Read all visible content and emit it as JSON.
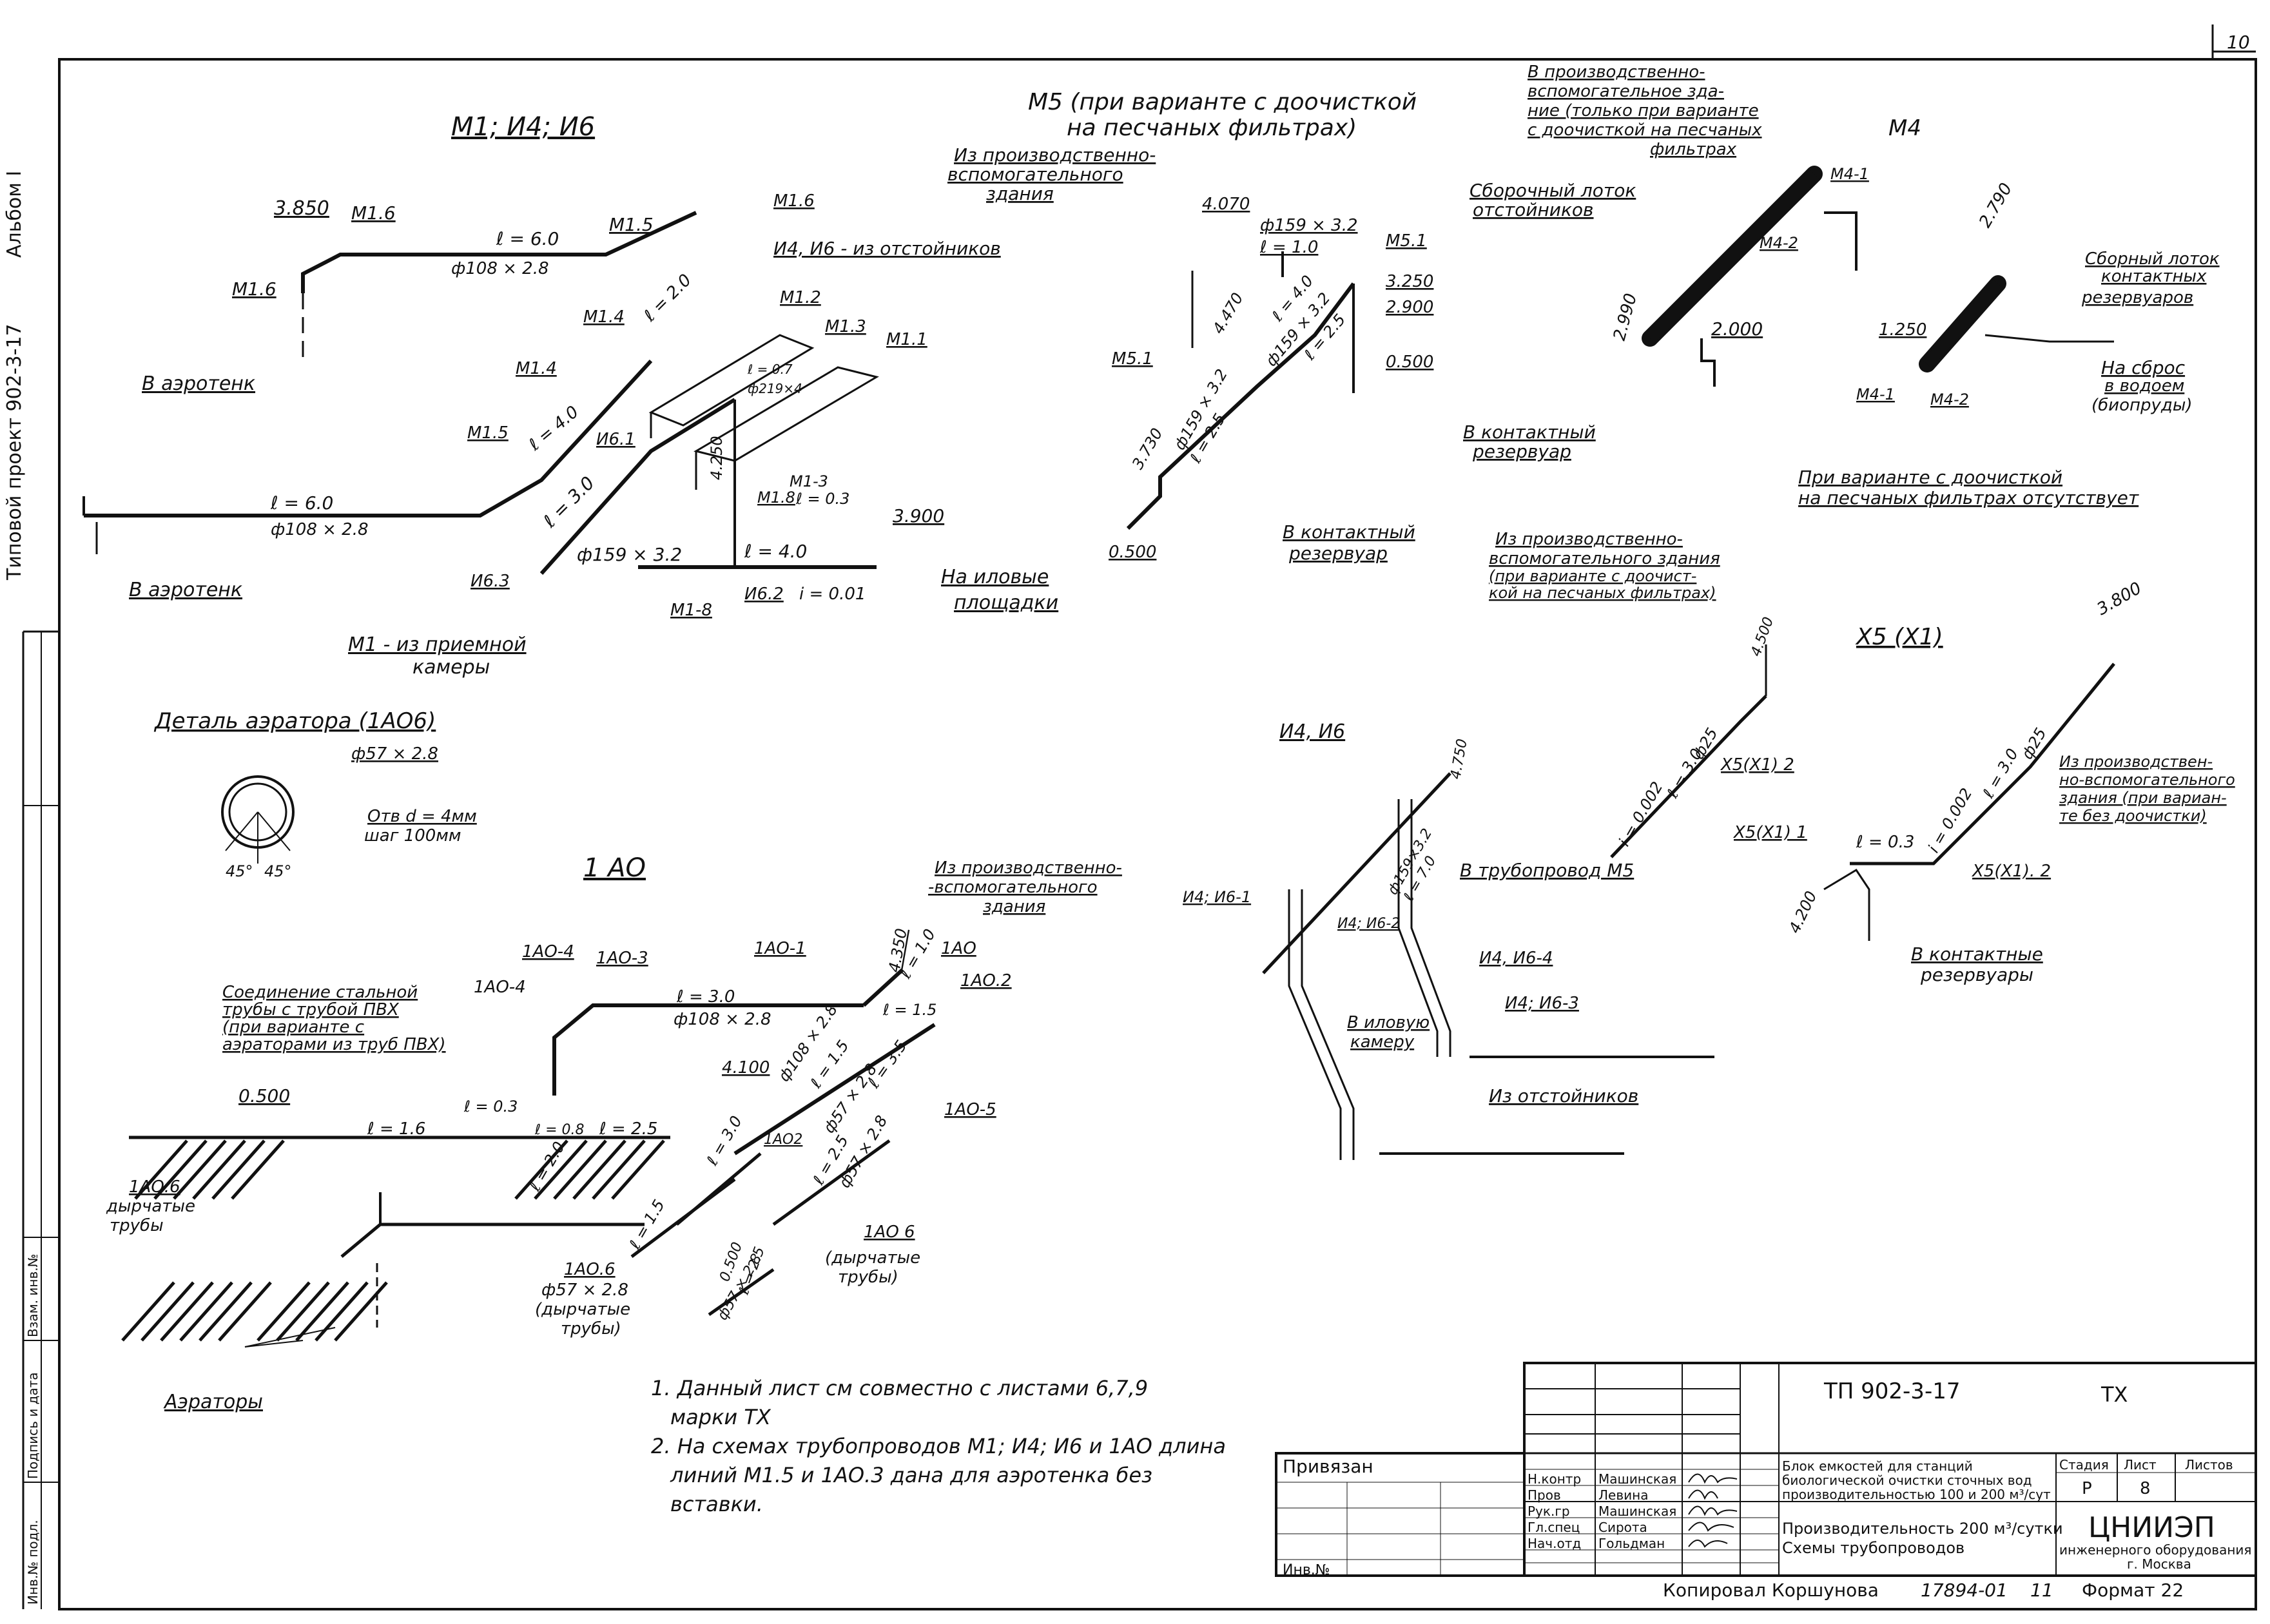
{
  "page_number": "10",
  "side": {
    "album": "Альбом I",
    "project": "Типовой проект 902-3-17"
  },
  "side_stamp": [
    "Инв.№ подл.",
    "Подпись и дата",
    "Взам. инв.№"
  ],
  "m1": {
    "title": "M1; И4; И6",
    "l_3850": "3.850",
    "m16_a": "M1.6",
    "m16_b": "M1.6",
    "m15_top": "M1.5",
    "l60_top": "ℓ = 6.0",
    "d108_top": "ф108 × 2.8",
    "m16_c": "M1.6",
    "i4i6_from": "И4, И6 - из отстойников",
    "l20": "ℓ = 2.0",
    "m14_a": "M1.4",
    "m12": "M1.2",
    "m13": "M1.3",
    "m11": "M1.1",
    "d07": "ℓ = 0.7",
    "d219": "ф219×4",
    "to_aerotank_1": "В аэротенк",
    "m14_b": "M1.4",
    "m15_mid": "M1.5",
    "l40_mid": "ℓ = 4.0",
    "i61": "И6.1",
    "l_4250": "4.250",
    "m13_b": "M1-3",
    "m18_a": "M1.8",
    "l03_m": "ℓ = 0.3",
    "l60_bot": "ℓ = 6.0",
    "d108_bot": "ф108 × 2.8",
    "l30": "ℓ = 3.0",
    "l_3900": "3.900",
    "d159": "ф159 × 3.2",
    "l40_low": "ℓ = 4.0",
    "i63": "И6.3",
    "i62": "И6.2",
    "slope": "i = 0.01",
    "to_sludge_1": "На иловые",
    "to_sludge_2": "площадки",
    "to_aerotank_2": "В аэротенк",
    "m18_b": "M1-8",
    "from_rcv_1": "M1 - из приемной",
    "from_rcv_2": "камеры"
  },
  "m5": {
    "title_1": "M5 (при варианте с доочисткой",
    "title_2": "на песчаных фильтрах)",
    "from_1": "Из производственно-",
    "from_2": "вспомогательного",
    "from_3": "здания",
    "l_4070": "4.070",
    "d159_a": "ф159 × 3.2",
    "l10": "ℓ = 1.0",
    "m51_a": "M5.1",
    "l_3250": "3.250",
    "l_2900": "2.900",
    "l_4470": "4.470",
    "l40": "ℓ = 4.0",
    "d159_b": "ф159 × 3.2",
    "l25_a": "ℓ = 2.5",
    "l_0500": "0.500",
    "m51_b": "M5.1",
    "l_3730": "3.730",
    "d159_c": "ф159 × 3.2",
    "l25_b": "ℓ = 2.5",
    "l_0500b": "0.500",
    "to_res_1": "В контактный",
    "to_res_2": "резервуар"
  },
  "m4": {
    "from_1": "В производственно-",
    "from_2": "вспомогательное зда-",
    "from_3": "ние (только при варианте",
    "from_4": "с доочисткой на песчаных",
    "from_5": "фильтрах",
    "title": "M4",
    "m41_a": "M4-1",
    "tray_1": "Сборочный лоток",
    "tray_2": "отстойников",
    "m42_a": "M4-2",
    "l_2990": "2.990",
    "l_2000": "2.000",
    "l_2790": "2.790",
    "ctray_1": "Сборный лоток",
    "ctray_2": "контактных",
    "ctray_3": "резервуаров",
    "l_1250": "1.250",
    "discharge_1": "На сброс",
    "discharge_2": "в водоем",
    "discharge_3": "(биопруды)",
    "m41_b": "M4-1",
    "m42_b": "M4-2",
    "to_res_1": "В контактный",
    "to_res_2": "резервуар",
    "note_1": "При варианте с доочисткой",
    "note_2": "на песчаных фильтрах отсутствует"
  },
  "x5": {
    "from_1": "Из производственно-",
    "from_2": "вспомогательного здания",
    "from_3": "(при варианте с доочист-",
    "from_4": "кой на песчаных фильтрах)",
    "title": "X5 (X1)",
    "l_4500": "4.500",
    "l_3800": "3.800",
    "i_a": "i = 0.002",
    "l30_a": "ℓ = 3.0",
    "d25_a": "ф25",
    "x5_2a": "X5(X1) 2",
    "i_b": "i = 0.002",
    "l30_b": "ℓ = 3.0",
    "d25_b": "ф25",
    "from2_1": "Из производствен-",
    "from2_2": "но-вспомогательного",
    "from2_3": "здания (при вариан-",
    "from2_4": "те без доочистки)",
    "to_pipe": "В трубопровод M5",
    "x5_1": "X5(X1) 1",
    "l03": "ℓ = 0.3",
    "l_4200": "4.200",
    "x5_2b": "X5(X1). 2",
    "to_res_1": "В контактные",
    "to_res_2": "резервуары"
  },
  "i4i6": {
    "title": "И4, И6",
    "l_4750": "4.750",
    "d159": "ф159×3.2",
    "l70": "ℓ = 7.0",
    "i1": "И4; И6-1",
    "i2": "И4; И6-2",
    "i4": "И4, И6-4",
    "i3": "И4; И6-3",
    "to_sludge_1": "В иловую",
    "to_sludge_2": "камеру",
    "from_settlers": "Из отстойников"
  },
  "aerator": {
    "title": "Деталь аэратора (1АО6)",
    "pipe": "ф57 × 2.8",
    "holes_1": "Отв d = 4мм",
    "holes_2": "шаг 100мм",
    "angle_l": "45°",
    "angle_r": "45°"
  },
  "ao1": {
    "title": "1 АО",
    "from_1": "Из производственно-",
    "from_2": "-вспомогательного",
    "from_3": "здания",
    "l_4350": "4.350",
    "ao4_a": "1АО-4",
    "ao3": "1АО-3",
    "ao1": "1АО-1",
    "ao4_b": "1АО-4",
    "l10": "ℓ = 1.0",
    "ao_lbl": "1АО",
    "conn_1": "Соединение стальной",
    "conn_2": "трубы с трубой ПВХ",
    "conn_3": "(при варианте с",
    "conn_4": "аэраторами из труб ПВХ)",
    "l30": "ℓ = 3.0",
    "d108": "ф108 × 2.8",
    "l15": "ℓ = 1.5",
    "ao2": "1АО.2",
    "l_0500": "0.500",
    "l03": "ℓ = 0.3",
    "l08": "ℓ = 0.8",
    "l25_a": "ℓ = 2.5",
    "l16": "ℓ = 1.6",
    "l_4100": "4.100",
    "d108_b": "ф108 × 2.8",
    "l15_b": "ℓ = 1.5",
    "d57": "ф57 × 2.8",
    "l35": "ℓ = 3.5",
    "ao5": "1АО-5",
    "ao6_a": "1АО.6",
    "perf_1": "дырчатые",
    "perf_2": "трубы",
    "l20": "ℓ = 2.0",
    "l30_b": "ℓ = 3.0",
    "ao2_b": "1АО2",
    "l25_b": "ℓ = 2.5",
    "d57_b": "ф57 × 2.8",
    "l15_c": "ℓ = 1.5",
    "ao6_b": "1АО.6",
    "d57_c": "ф57 × 2.8",
    "perf_3": "(дырчатые",
    "perf_4": "трубы)",
    "l_0500b": "0.500",
    "l25_c": "ℓ = 2.5",
    "d57_d": "ф57 × 2.8",
    "ao6_c": "1АО 6",
    "perf_5": "(дырчатые",
    "perf_6": "трубы)",
    "aerators": "Аэраторы"
  },
  "notes": [
    "1. Данный лист см совместно с листами 6,7,9",
    "марки ТХ",
    "2. На схемах трубопроводов M1; И4; И6 и 1АО длина",
    "линий M1.5 и 1АО.3 дана для аэротенка без",
    "вставки."
  ],
  "title_block": {
    "code": "ТП 902-3-17",
    "mark": "ТХ",
    "bound": "Привязан",
    "inv": "Инв.№",
    "roles": [
      "Н.контр",
      "Пров",
      "Рук.гр",
      "Гл.спец",
      "Нач.отд"
    ],
    "names": [
      "Машинская",
      "Левина",
      "Машинская",
      "Сирота",
      "Гольдман"
    ],
    "desc_1": "Блок емкостей для станций",
    "desc_2": "биологической очистки сточных вод",
    "desc_3": "производительностью 100 и 200 м³/сут",
    "stage_h": "Стадия",
    "sheet_h": "Лист",
    "sheets_h": "Листов",
    "stage": "Р",
    "sheet": "8",
    "prod_1": "Производительность 200 м³/сутки",
    "prod_2": "Схемы трубопроводов",
    "org_1": "ЦНИИЭП",
    "org_2": "инженерного оборудования",
    "org_3": "г. Москва",
    "copied": "Копировал Коршунова",
    "num": "17894-01",
    "num2": "11",
    "format": "Формат 22"
  }
}
